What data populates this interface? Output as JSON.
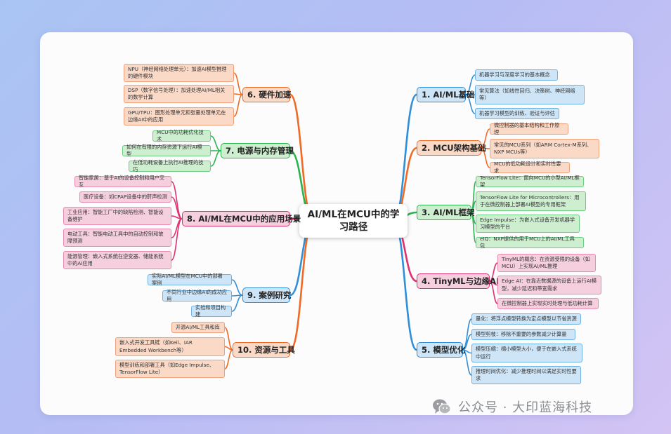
{
  "center": "AI/ML在MCU中的学习路径",
  "branches": [
    {
      "title": "1. AI/ML基础",
      "color": "#2f8fd8",
      "leaves": [
        "机器学习与深度学习的基本概念",
        "常见算法（如线性回归、决策树、神经网络等）",
        "机器学习模型的训练、验证与评估"
      ]
    },
    {
      "title": "2. MCU架构基础",
      "color": "#f06a25",
      "leaves": [
        "微控制器的基本结构和工作原理",
        "常见的MCU系列（如ARM Cortex-M系列、NXP MCUs等）",
        "MCU的低功耗设计和实时性要求"
      ]
    },
    {
      "title": "3. AI/ML框架",
      "color": "#2bb34e",
      "leaves": [
        "TensorFlow Lite：面向MCU的小型AI/ML框架",
        "TensorFlow Lite for Microcontrollers：用于在微控制器上部署AI模型的专用框架",
        "Edge Impulse：为嵌入式设备开发机器学习模型的平台",
        "eIQ：NXP提供的用于MCU上的AI/ML工具包"
      ]
    },
    {
      "title": "4. TinyML与边缘AI",
      "color": "#e0306f",
      "leaves": [
        "TinyML的概念：在资源受限的设备（如MCU）上实现AI/ML推理",
        "Edge AI：在靠近数据源的设备上运行AI模型，减少延迟和带宽需求",
        "在微控制器上实现实时处理与低功耗计算"
      ]
    },
    {
      "title": "5. 模型优化",
      "color": "#2f8fd8",
      "leaves": [
        "量化：将浮点模型转换为定点模型以节省资源",
        "模型剪枝：移除不重要的参数减少计算量",
        "模型压缩：缩小模型大小，便于在嵌入式系统中运行",
        "推理时间优化：减少推理时间以满足实时性要求"
      ]
    },
    {
      "title": "6. 硬件加速",
      "color": "#f06a25",
      "leaves": [
        "NPU（神经网络处理单元）：加速AI模型推理的硬件模块",
        "DSP（数字信号处理）：加速处理AI/ML相关的数学计算",
        "GPU/TPU：图形处理单元和张量处理单元在边缘AI中的应用"
      ]
    },
    {
      "title": "7. 电源与内存管理",
      "color": "#2bb34e",
      "leaves": [
        "MCU中的功耗优化技术",
        "如何在有限的内存资源下运行AI模型",
        "在低功耗设备上执行AI推理的技巧"
      ]
    },
    {
      "title": "8. AI/ML在MCU中的应用场景",
      "color": "#e0306f",
      "leaves": [
        "智能家居：基于AI的设备控制和用户交互",
        "医疗设备：如CPAP设备中的鼾声检测",
        "工业应用：智能工厂中的缺陷检测、智能设备维护",
        "电动工具：智能电动工具中的自动控制和故障预测",
        "能源管理：嵌入式系统在逆变器、储能系统中的AI应用"
      ]
    },
    {
      "title": "9. 案例研究",
      "color": "#2f8fd8",
      "leaves": [
        "实际AI/ML模型在MCU中的部署案例",
        "不同行业中边缘AI的成功应用",
        "实验和项目构建"
      ]
    },
    {
      "title": "10. 资源与工具",
      "color": "#f06a25",
      "leaves": [
        "开源AI/ML工具和库",
        "嵌入式开发工具链（如Keil、IAR Embedded Workbench等）",
        "模型训练和部署工具（如Edge Impulse、TensorFlow Lite）"
      ]
    }
  ],
  "watermark": {
    "text": "公众号 · 大印蓝海科技",
    "icon": "wechat-icon"
  }
}
